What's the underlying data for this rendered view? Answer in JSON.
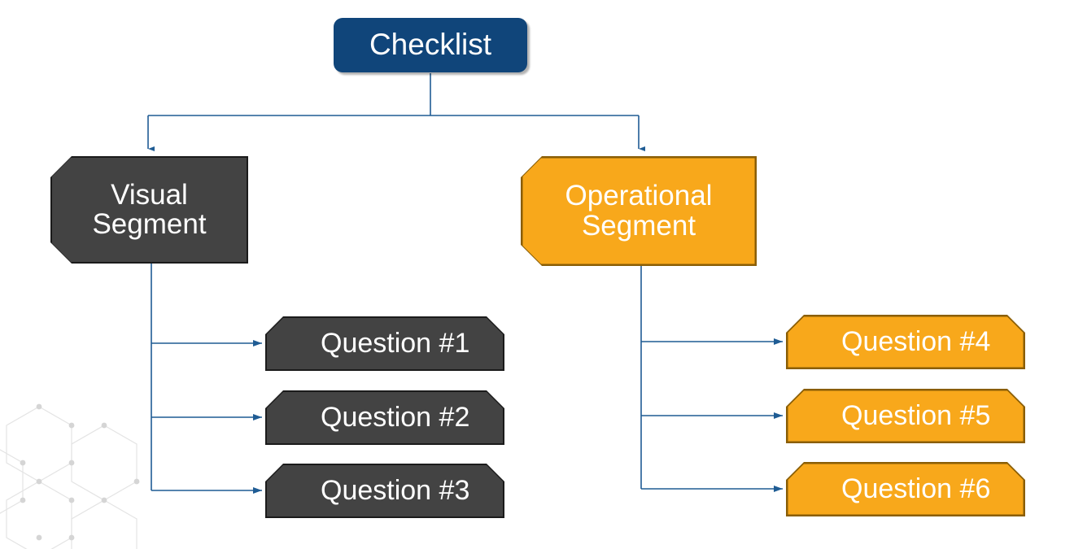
{
  "diagram": {
    "title": "Checklist",
    "type": "tree-flowchart",
    "colors": {
      "root_fill": "#10457A",
      "visual_fill": "#434343",
      "visual_border": "#1b1b1b",
      "operational_fill": "#F8A81B",
      "operational_border": "#8a5e06",
      "connector": "#1F5C94",
      "text": "#FFFFFF",
      "background": "#FFFFFF",
      "watermark": "#E8E8E8"
    },
    "root": {
      "label": "Checklist"
    },
    "branches": [
      {
        "id": "visual",
        "label": "Visual\nSegment",
        "label_line1": "Visual",
        "label_line2": "Segment",
        "theme": "gray",
        "children": [
          {
            "id": "q1",
            "label": "Question #1"
          },
          {
            "id": "q2",
            "label": "Question #2"
          },
          {
            "id": "q3",
            "label": "Question #3"
          }
        ]
      },
      {
        "id": "operational",
        "label": "Operational\nSegment",
        "label_line1": "Operational",
        "label_line2": "Segment",
        "theme": "amber",
        "children": [
          {
            "id": "q4",
            "label": "Question #4"
          },
          {
            "id": "q5",
            "label": "Question #5"
          },
          {
            "id": "q6",
            "label": "Question #6"
          }
        ]
      }
    ]
  }
}
